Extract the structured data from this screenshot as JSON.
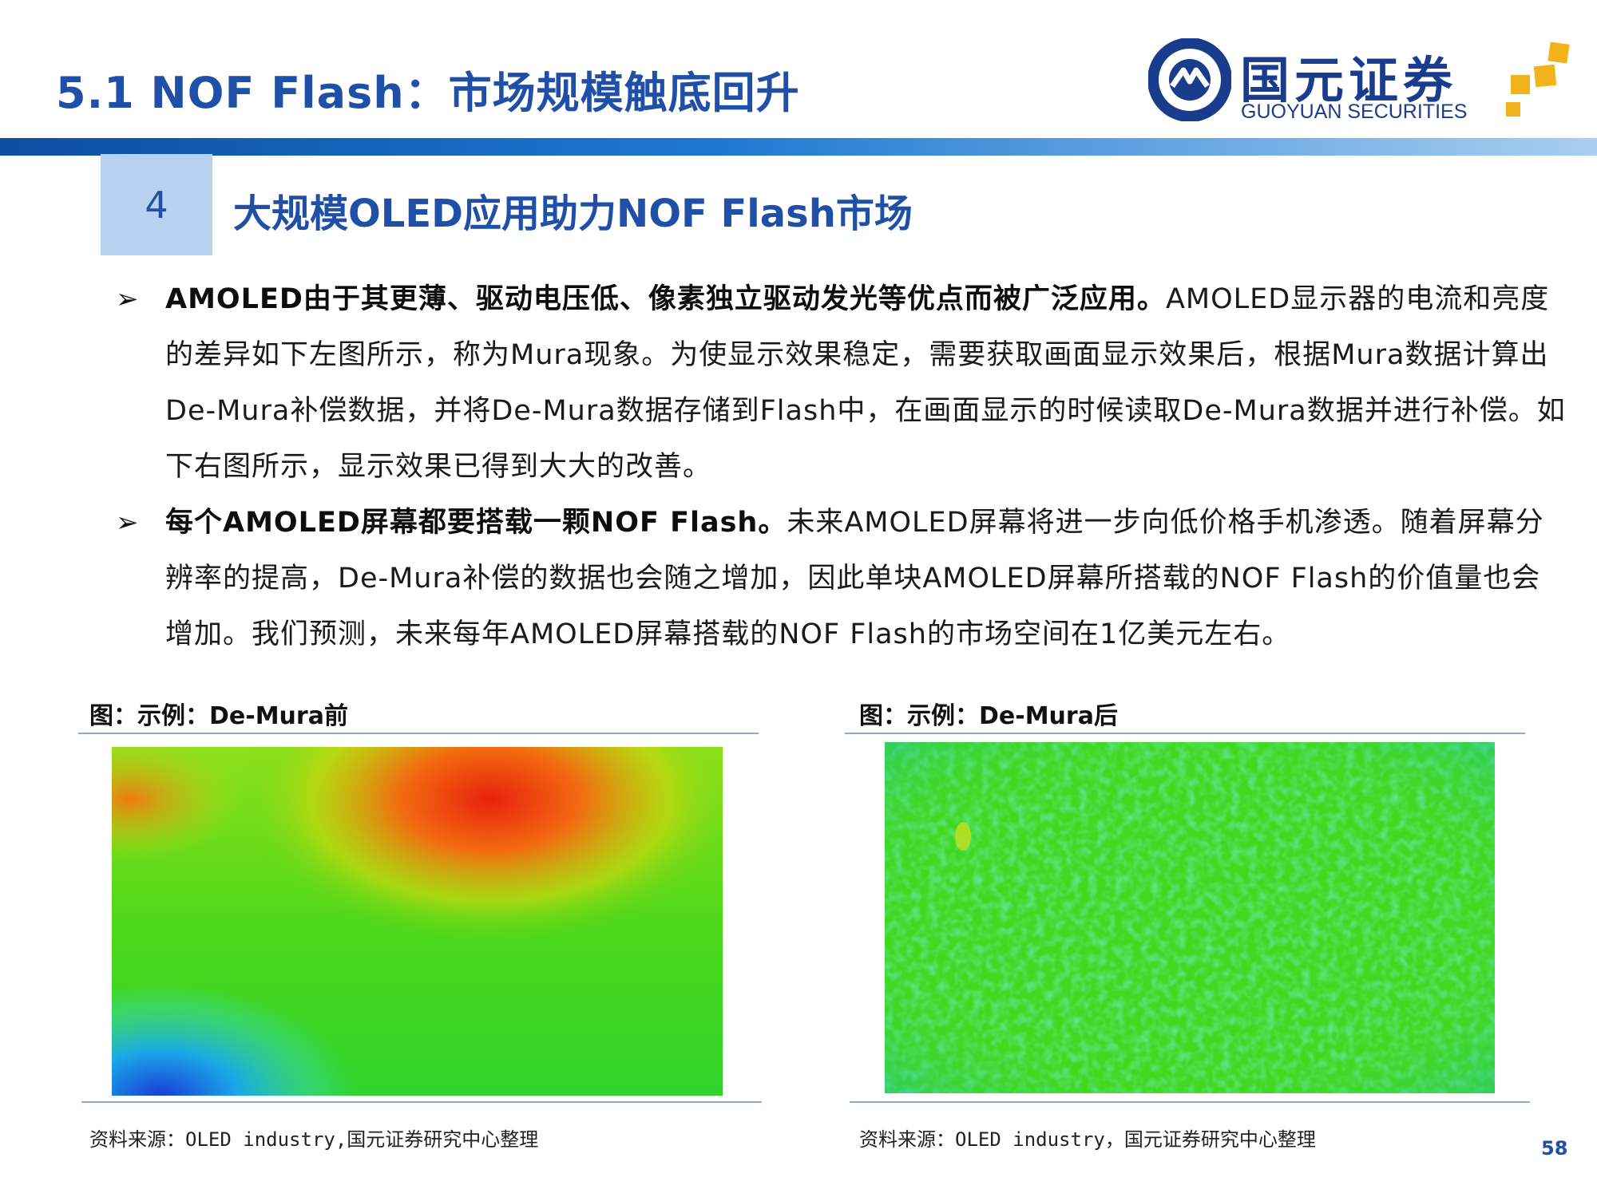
{
  "header": {
    "title": "5.1 NOF Flash：市场规模触底回升",
    "logo_cn": "国元证券",
    "logo_en": "GUOYUAN SECURITIES"
  },
  "section": {
    "number": "4",
    "title": "大规模OLED应用助力NOF Flash市场"
  },
  "bullets": [
    {
      "bold": "AMOLED由于其更薄、驱动电压低、像素独立驱动发光等优点而被广泛应用。",
      "text": "AMOLED显示器的电流和亮度的差异如下左图所示，称为Mura现象。为使显示效果稳定，需要获取画面显示效果后，根据Mura数据计算出De-Mura补偿数据，并将De-Mura数据存储到Flash中，在画面显示的时候读取De-Mura数据并进行补偿。如下右图所示，显示效果已得到大大的改善。"
    },
    {
      "bold": "每个AMOLED屏幕都要搭载一颗NOF Flash。",
      "text": "未来AMOLED屏幕将进一步向低价格手机渗透。随着屏幕分辨率的提高，De-Mura补偿的数据也会随之增加，因此单块AMOLED屏幕所搭载的NOF Flash的价值量也会增加。我们预测，未来每年AMOLED屏幕搭载的NOF Flash的市场空间在1亿美元左右。"
    }
  ],
  "figures": {
    "left": {
      "caption": "图：示例：De-Mura前",
      "source": "资料来源：OLED industry,国元证券研究中心整理"
    },
    "right": {
      "caption": "图：示例：De-Mura后",
      "source": "资料来源：OLED industry，国元证券研究中心整理"
    }
  },
  "page_number": "58",
  "colors": {
    "brand_blue": "#1f4fa6",
    "accent_gold": "#f2b21c",
    "section_box": "#b8d3ef"
  }
}
